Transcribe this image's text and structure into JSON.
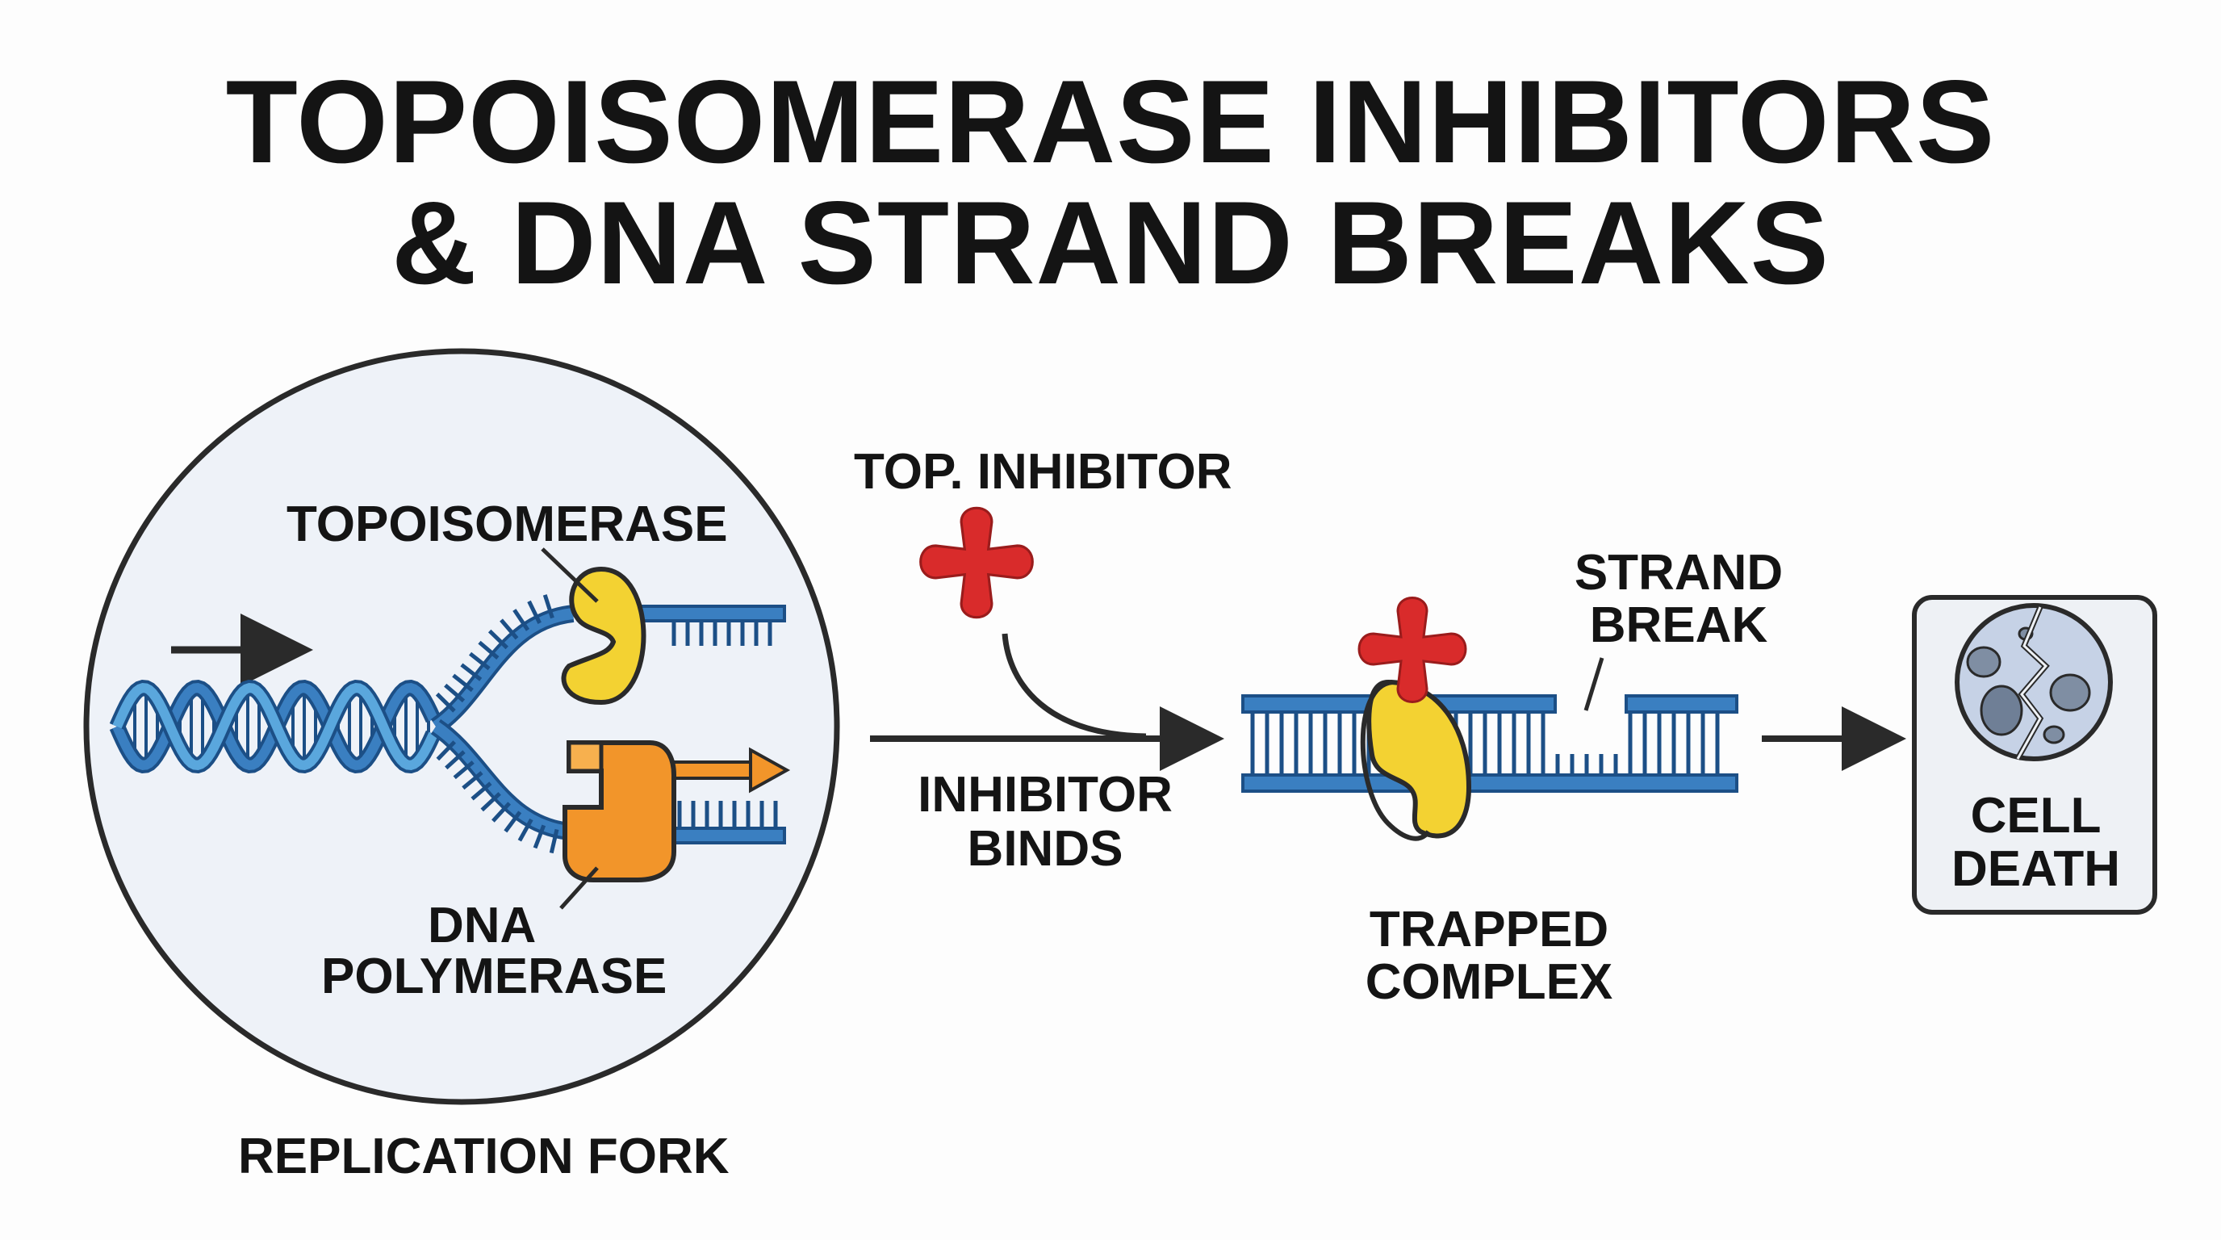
{
  "title": {
    "line1": "TOPOISOMERASE INHIBITORS",
    "line2": "& DNA STRAND BREAKS"
  },
  "labels": {
    "topoisomerase": "TOPOISOMERASE",
    "dna_polymerase_line1": "DNA",
    "dna_polymerase_line2": "POLYMERASE",
    "replication_fork": "REPLICATION FORK",
    "top_inhibitor": "TOP. INHIBITOR",
    "inhibitor_binds_line1": "INHIBITOR",
    "inhibitor_binds_line2": "BINDS",
    "strand_break_line1": "STRAND",
    "strand_break_line2": "BREAK",
    "trapped_complex_line1": "TRAPPED",
    "trapped_complex_line2": "COMPLEX",
    "cell_death_line1": "CELL",
    "cell_death_line2": "DEATH"
  },
  "colors": {
    "dna_blue": "#3a7fc1",
    "dna_blue_light": "#5aa7dd",
    "dna_outline": "#1c4f86",
    "topoisomerase_yellow": "#f3d232",
    "polymerase_orange": "#f2952a",
    "inhibitor_red": "#d92b2b",
    "circle_fill": "#eef2f8",
    "outline": "#2a2a2a"
  }
}
